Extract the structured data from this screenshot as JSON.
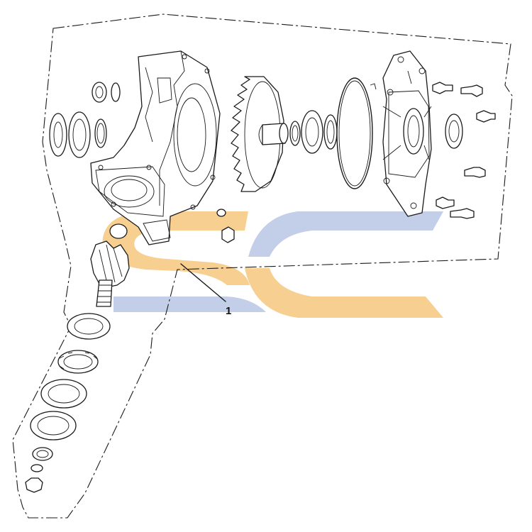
{
  "diagram": {
    "callouts": [
      {
        "id": "1",
        "label": "1"
      }
    ]
  },
  "watermark": {
    "text": "SC",
    "colors": {
      "primary": "#f5c77e",
      "secondary": "#b9c6e6"
    }
  }
}
